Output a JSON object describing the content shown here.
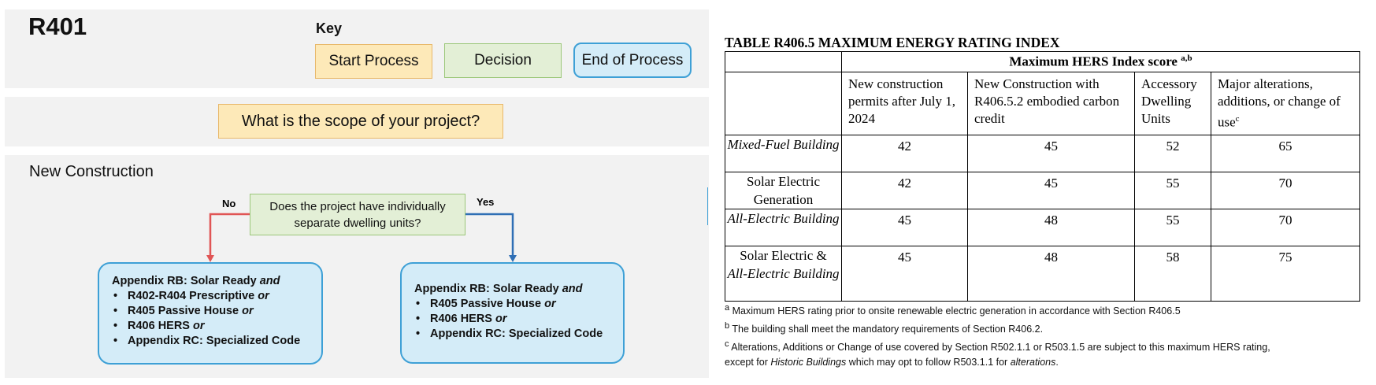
{
  "header": {
    "title": "R401",
    "key_label": "Key",
    "key_start": "Start Process",
    "key_decision": "Decision",
    "key_end": "End of Process"
  },
  "scope": {
    "question": "What is the scope of your project?"
  },
  "new_construction": {
    "title": "New Construction",
    "question": "Does the project have individually separate dwelling units?",
    "no_label": "No",
    "yes_label": "Yes",
    "left": {
      "head": "Appendix RB: Solar Ready",
      "head_conj": "and",
      "items": [
        {
          "text": "R402-R404 Prescriptive",
          "conj": "or"
        },
        {
          "text": "R405 Passive House",
          "conj": "or"
        },
        {
          "text": "R406 HERS",
          "conj": "or"
        },
        {
          "text": "Appendix RC: Specialized Code",
          "conj": ""
        }
      ]
    },
    "right": {
      "head": "Appendix RB: Solar Ready",
      "head_conj": "and",
      "items": [
        {
          "text": "R405 Passive House",
          "conj": "or"
        },
        {
          "text": "R406 HERS",
          "conj": "or"
        },
        {
          "text": "Appendix RC: Specialized Code",
          "conj": ""
        }
      ]
    },
    "colors": {
      "no_arrow": "#e05555",
      "yes_arrow": "#2f6fb5"
    }
  },
  "table": {
    "title": "TABLE R406.5 MAXIMUM ENERGY RATING INDEX",
    "group_header": "Maximum HERS Index score",
    "group_sup": "a,b",
    "columns": [
      {
        "text": "New construction permits after July 1, 2024",
        "sup": ""
      },
      {
        "text": "New Construction with R406.5.2 embodied carbon credit",
        "sup": ""
      },
      {
        "text": "Accessory Dwelling Units",
        "sup": ""
      },
      {
        "text": "Major alterations, additions, or change of use",
        "sup": "c"
      }
    ],
    "rows": [
      {
        "label_plain": "",
        "label_italic": "Mixed-Fuel Building",
        "values": [
          "42",
          "45",
          "52",
          "65"
        ]
      },
      {
        "label_plain": "Solar Electric Generation",
        "label_italic": "",
        "values": [
          "42",
          "45",
          "55",
          "70"
        ]
      },
      {
        "label_plain": "",
        "label_italic": "All-Electric Building",
        "values": [
          "45",
          "48",
          "55",
          "70"
        ]
      },
      {
        "label_plain": "Solar Electric &",
        "label_italic": "All-Electric Building",
        "values": [
          "45",
          "48",
          "58",
          "75"
        ]
      }
    ],
    "notes": {
      "a": "Maximum HERS rating prior to onsite renewable electric generation in accordance with Section R406.5",
      "b": "The building shall meet the mandatory requirements of Section R406.2.",
      "c_1": "Alterations, Additions or Change of use covered by Section R502.1.1 or R503.1.5 are subject to this maximum HERS rating,",
      "c_2a": "except for ",
      "c_2b": "Historic Buildings",
      "c_2c": " which may opt to follow R503.1.1 for ",
      "c_2d": "alterations",
      "c_2e": "."
    }
  }
}
